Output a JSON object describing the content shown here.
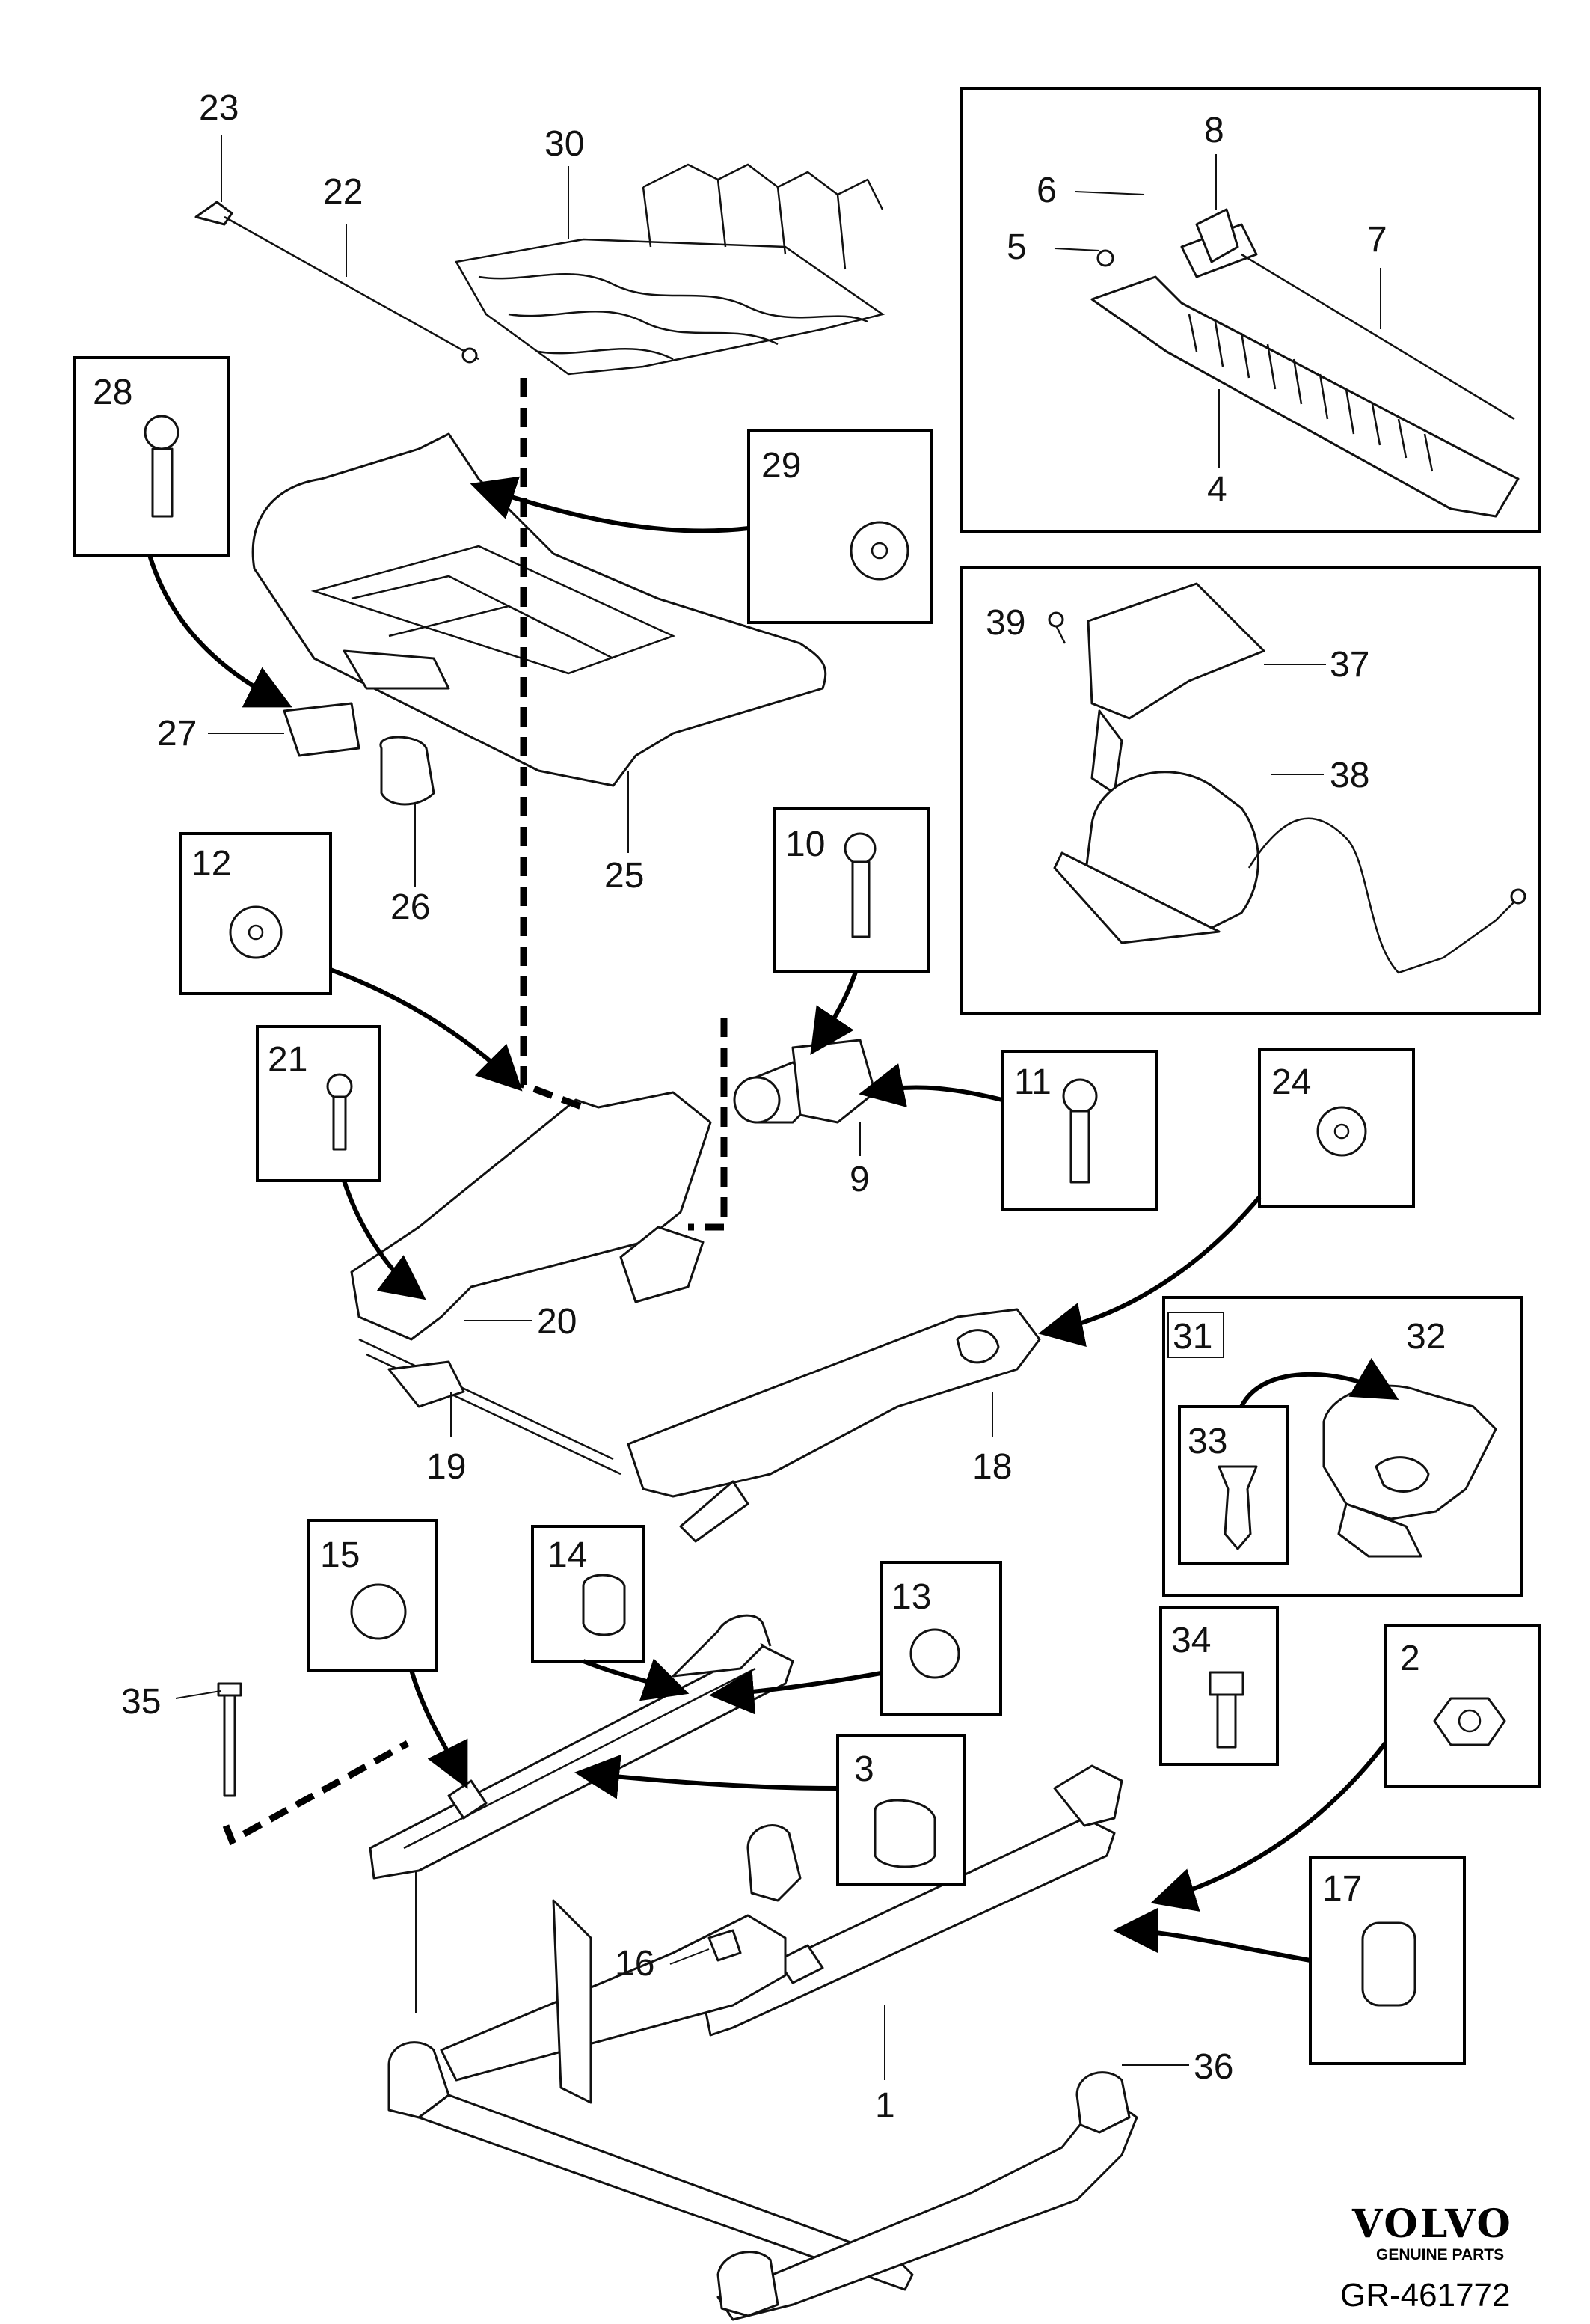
{
  "diagram": {
    "callouts": [
      "1",
      "2",
      "3",
      "4",
      "5",
      "6",
      "7",
      "8",
      "9",
      "10",
      "11",
      "12",
      "13",
      "14",
      "15",
      "16",
      "17",
      "18",
      "19",
      "20",
      "21",
      "22",
      "23",
      "24",
      "25",
      "26",
      "27",
      "28",
      "29",
      "30",
      "31",
      "32",
      "33",
      "34",
      "35",
      "36",
      "37",
      "38",
      "39"
    ],
    "components": {
      "seat_cushion_frame": "25",
      "seat_frame": "18",
      "seat_rail_outer": "1",
      "subframe": "36",
      "rod_assembly": "4",
      "pump_assembly": "38",
      "adjuster": "32",
      "motor": "9"
    }
  },
  "footer": {
    "brand": "VOLVO",
    "brand_sub": "GENUINE PARTS",
    "reference": "GR-461772"
  }
}
